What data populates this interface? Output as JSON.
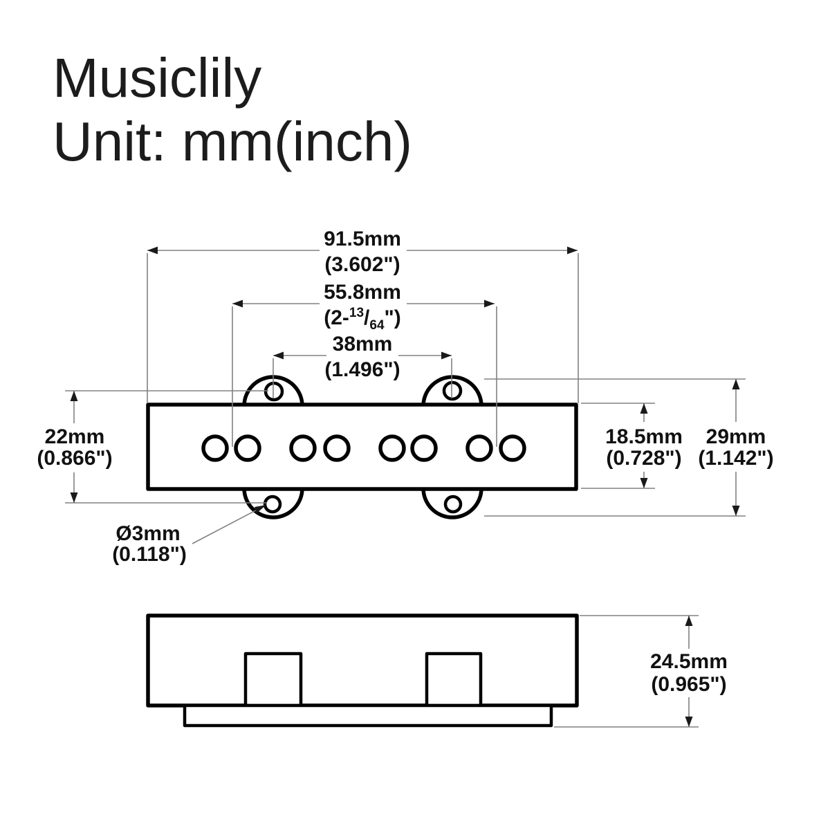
{
  "title": {
    "brand": "Musiclily",
    "unit_line": "Unit: mm(inch)"
  },
  "top_view": {
    "dim_length_total": {
      "mm": "91.5mm",
      "inch": "(3.602\")"
    },
    "dim_length_mount": {
      "mm": "55.8mm",
      "inch_prefix": "(2-",
      "inch_numerator": "13",
      "inch_slash": "/",
      "inch_denominator": "64",
      "inch_suffix": "\")"
    },
    "dim_pole_spacing": {
      "mm": "38mm",
      "inch": "(1.496\")"
    },
    "dim_width_holes": {
      "mm": "22mm",
      "inch": "(0.866\")"
    },
    "dim_width_body": {
      "mm": "18.5mm",
      "inch": "(0.728\")"
    },
    "dim_width_total": {
      "mm": "29mm",
      "inch": "(1.142\")"
    },
    "dim_screw_hole": {
      "diameter": "Ø3mm",
      "inch": "(0.118\")"
    }
  },
  "side_view": {
    "dim_height_total": {
      "mm": "24.5mm",
      "inch": "(0.965\")"
    }
  },
  "colors": {
    "drawing_line": "#000000",
    "dimension_line": "#808080",
    "text": "#111111",
    "background": "#ffffff"
  }
}
